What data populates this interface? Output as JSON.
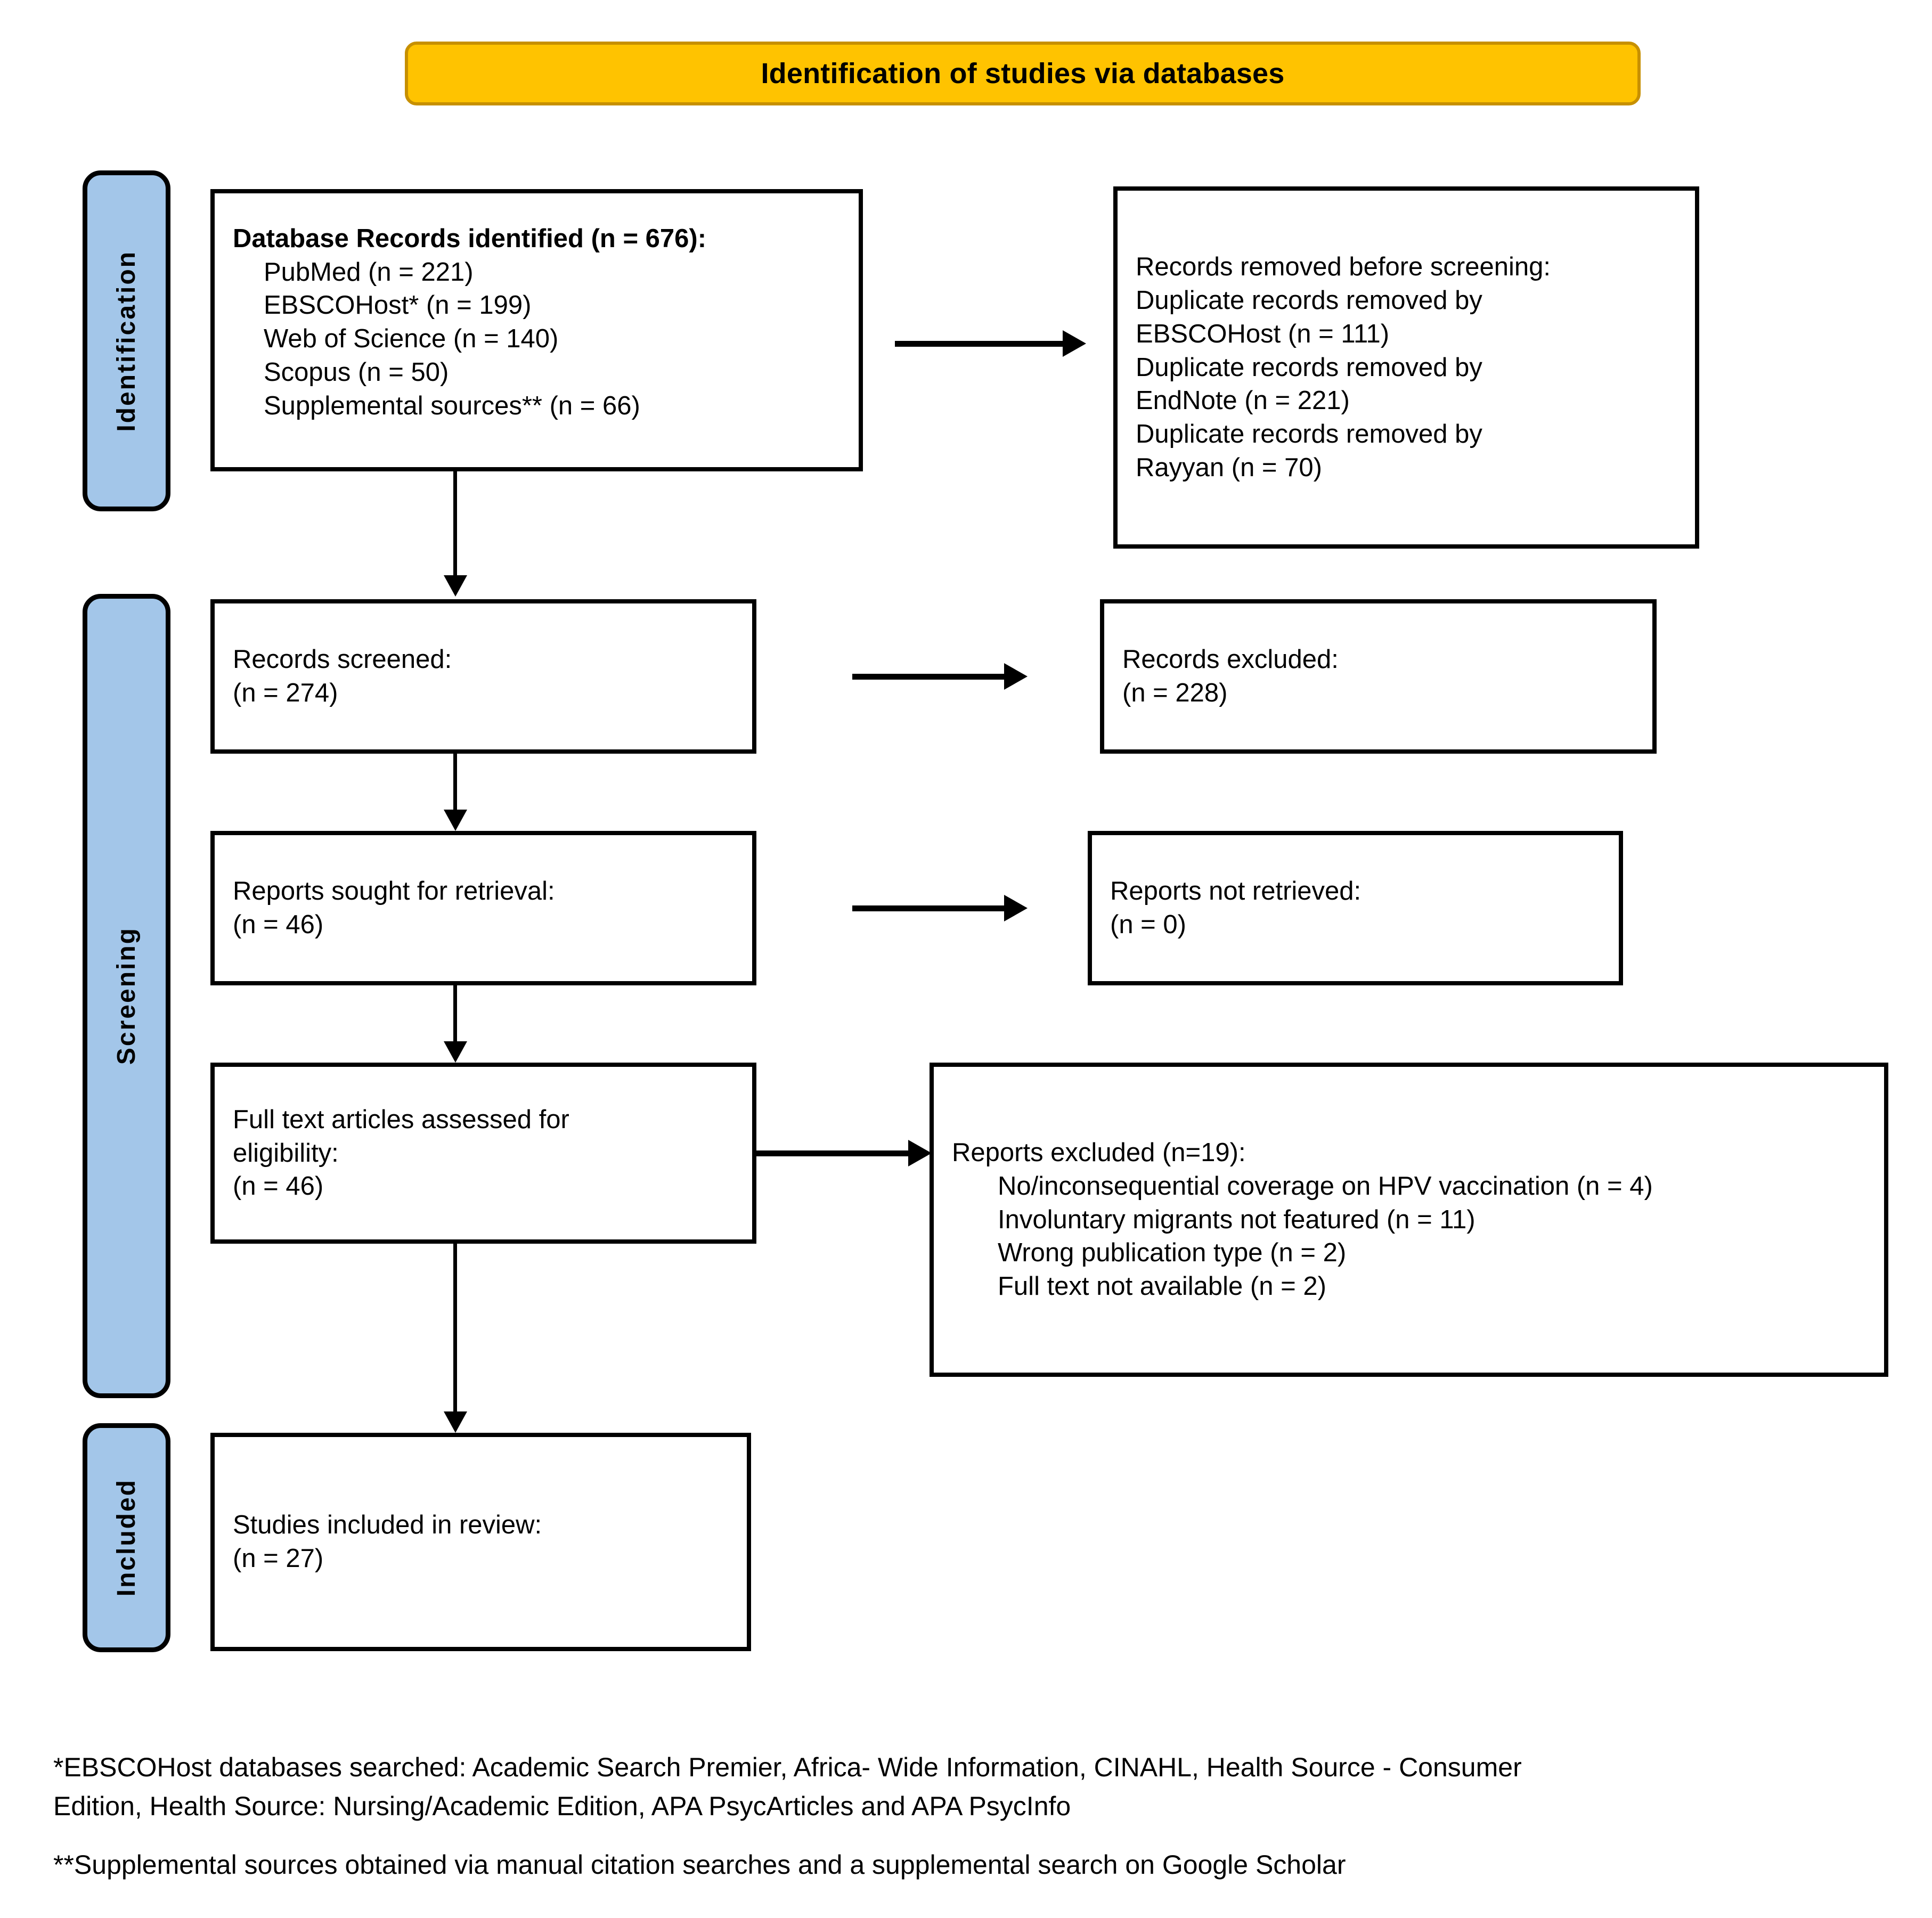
{
  "banner": {
    "title": "Identification of studies via databases"
  },
  "stages": [
    {
      "label": "Identification"
    },
    {
      "label": "Screening"
    },
    {
      "label": "Included"
    }
  ],
  "boxes": {
    "identified": {
      "name": "database-records-identified-box",
      "lines": [
        {
          "text": "Database Records identified (n = 676):",
          "style": "bold"
        },
        {
          "text": "PubMed (n = 221)",
          "style": "indent"
        },
        {
          "text": "EBSCOHost* (n = 199)",
          "style": "indent"
        },
        {
          "text": "Web of Science (n = 140)",
          "style": "indent"
        },
        {
          "text": "Scopus (n = 50)",
          "style": "indent"
        },
        {
          "text": "Supplemental sources** (n = 66)",
          "style": "indent"
        }
      ]
    },
    "removed": {
      "name": "records-removed-before-screening-box",
      "lines": [
        {
          "text": "Records removed before screening:",
          "style": ""
        },
        {
          "text": "Duplicate records removed by",
          "style": ""
        },
        {
          "text": "EBSCOHost (n = 111)",
          "style": ""
        },
        {
          "text": "Duplicate records removed by",
          "style": ""
        },
        {
          "text": "EndNote (n = 221)",
          "style": ""
        },
        {
          "text": "Duplicate records removed by",
          "style": ""
        },
        {
          "text": "Rayyan (n = 70)",
          "style": ""
        }
      ]
    },
    "screened": {
      "name": "records-screened-box",
      "lines": [
        {
          "text": "Records screened:",
          "style": ""
        },
        {
          "text": "(n = 274)",
          "style": ""
        }
      ]
    },
    "excluded": {
      "name": "records-excluded-box",
      "lines": [
        {
          "text": "Records excluded:",
          "style": ""
        },
        {
          "text": "(n = 228)",
          "style": ""
        }
      ]
    },
    "sought": {
      "name": "reports-sought-for-retrieval-box",
      "lines": [
        {
          "text": "Reports sought for retrieval:",
          "style": ""
        },
        {
          "text": "(n = 46)",
          "style": ""
        }
      ]
    },
    "not_retrieved": {
      "name": "reports-not-retrieved-box",
      "lines": [
        {
          "text": "Reports not retrieved:",
          "style": ""
        },
        {
          "text": "(n = 0)",
          "style": ""
        }
      ]
    },
    "assessed": {
      "name": "full-text-articles-assessed-box",
      "lines": [
        {
          "text": "Full text articles assessed for",
          "style": ""
        },
        {
          "text": "eligibility:",
          "style": ""
        },
        {
          "text": "(n = 46)",
          "style": ""
        }
      ]
    },
    "reports_excluded": {
      "name": "reports-excluded-box",
      "lines": [
        {
          "text": "Reports excluded (n=19):",
          "style": ""
        },
        {
          "text": "No/inconsequential coverage on HPV vaccination (n = 4)",
          "style": "indent2"
        },
        {
          "text": "Involuntary migrants not featured (n = 11)",
          "style": "indent2"
        },
        {
          "text": "Wrong publication type (n = 2)",
          "style": "indent2"
        },
        {
          "text": "Full text not available (n = 2)",
          "style": "indent2"
        }
      ]
    },
    "included": {
      "name": "studies-included-in-review-box",
      "lines": [
        {
          "text": "Studies included in review:",
          "style": ""
        },
        {
          "text": "(n = 27)",
          "style": ""
        }
      ]
    }
  },
  "footnotes": {
    "first": "*EBSCOHost databases searched: Academic Search Premier, Africa- Wide Information, CINAHL, Health Source - Consumer\nEdition, Health Source: Nursing/Academic Edition, APA PsycArticles and APA PsycInfo",
    "second": "**Supplemental sources obtained via manual citation searches and a supplemental search on Google Scholar"
  },
  "colors": {
    "banner_fill": "#FFC300",
    "banner_border": "#C79000",
    "stage_fill": "#A3C6E9",
    "stroke": "#000000"
  },
  "chart_data": {
    "type": "diagram",
    "title": "Identification of studies via databases",
    "nodes": [
      {
        "id": "identified",
        "stage": "Identification",
        "label": "Database Records identified",
        "n": 676,
        "breakdown": [
          {
            "source": "PubMed",
            "n": 221
          },
          {
            "source": "EBSCOHost*",
            "n": 199
          },
          {
            "source": "Web of Science",
            "n": 140
          },
          {
            "source": "Scopus",
            "n": 50
          },
          {
            "source": "Supplemental sources**",
            "n": 66
          }
        ]
      },
      {
        "id": "removed",
        "stage": "Identification",
        "label": "Records removed before screening",
        "breakdown": [
          {
            "source": "Duplicate records removed by EBSCOHost",
            "n": 111
          },
          {
            "source": "Duplicate records removed by EndNote",
            "n": 221
          },
          {
            "source": "Duplicate records removed by Rayyan",
            "n": 70
          }
        ]
      },
      {
        "id": "screened",
        "stage": "Screening",
        "label": "Records screened",
        "n": 274
      },
      {
        "id": "excluded",
        "stage": "Screening",
        "label": "Records excluded",
        "n": 228
      },
      {
        "id": "sought",
        "stage": "Screening",
        "label": "Reports sought for retrieval",
        "n": 46
      },
      {
        "id": "not_retrieved",
        "stage": "Screening",
        "label": "Reports not retrieved",
        "n": 0
      },
      {
        "id": "assessed",
        "stage": "Screening",
        "label": "Full text articles assessed for eligibility",
        "n": 46
      },
      {
        "id": "reports_excluded",
        "stage": "Screening",
        "label": "Reports excluded",
        "n": 19,
        "breakdown": [
          {
            "source": "No/inconsequential coverage on HPV vaccination",
            "n": 4
          },
          {
            "source": "Involuntary migrants not featured",
            "n": 11
          },
          {
            "source": "Wrong publication type",
            "n": 2
          },
          {
            "source": "Full text not available",
            "n": 2
          }
        ]
      },
      {
        "id": "included",
        "stage": "Included",
        "label": "Studies included in review",
        "n": 27
      }
    ],
    "edges": [
      {
        "from": "identified",
        "to": "removed",
        "direction": "right"
      },
      {
        "from": "identified",
        "to": "screened",
        "direction": "down"
      },
      {
        "from": "screened",
        "to": "excluded",
        "direction": "right"
      },
      {
        "from": "screened",
        "to": "sought",
        "direction": "down"
      },
      {
        "from": "sought",
        "to": "not_retrieved",
        "direction": "right"
      },
      {
        "from": "sought",
        "to": "assessed",
        "direction": "down"
      },
      {
        "from": "assessed",
        "to": "reports_excluded",
        "direction": "right"
      },
      {
        "from": "assessed",
        "to": "included",
        "direction": "down"
      }
    ]
  }
}
